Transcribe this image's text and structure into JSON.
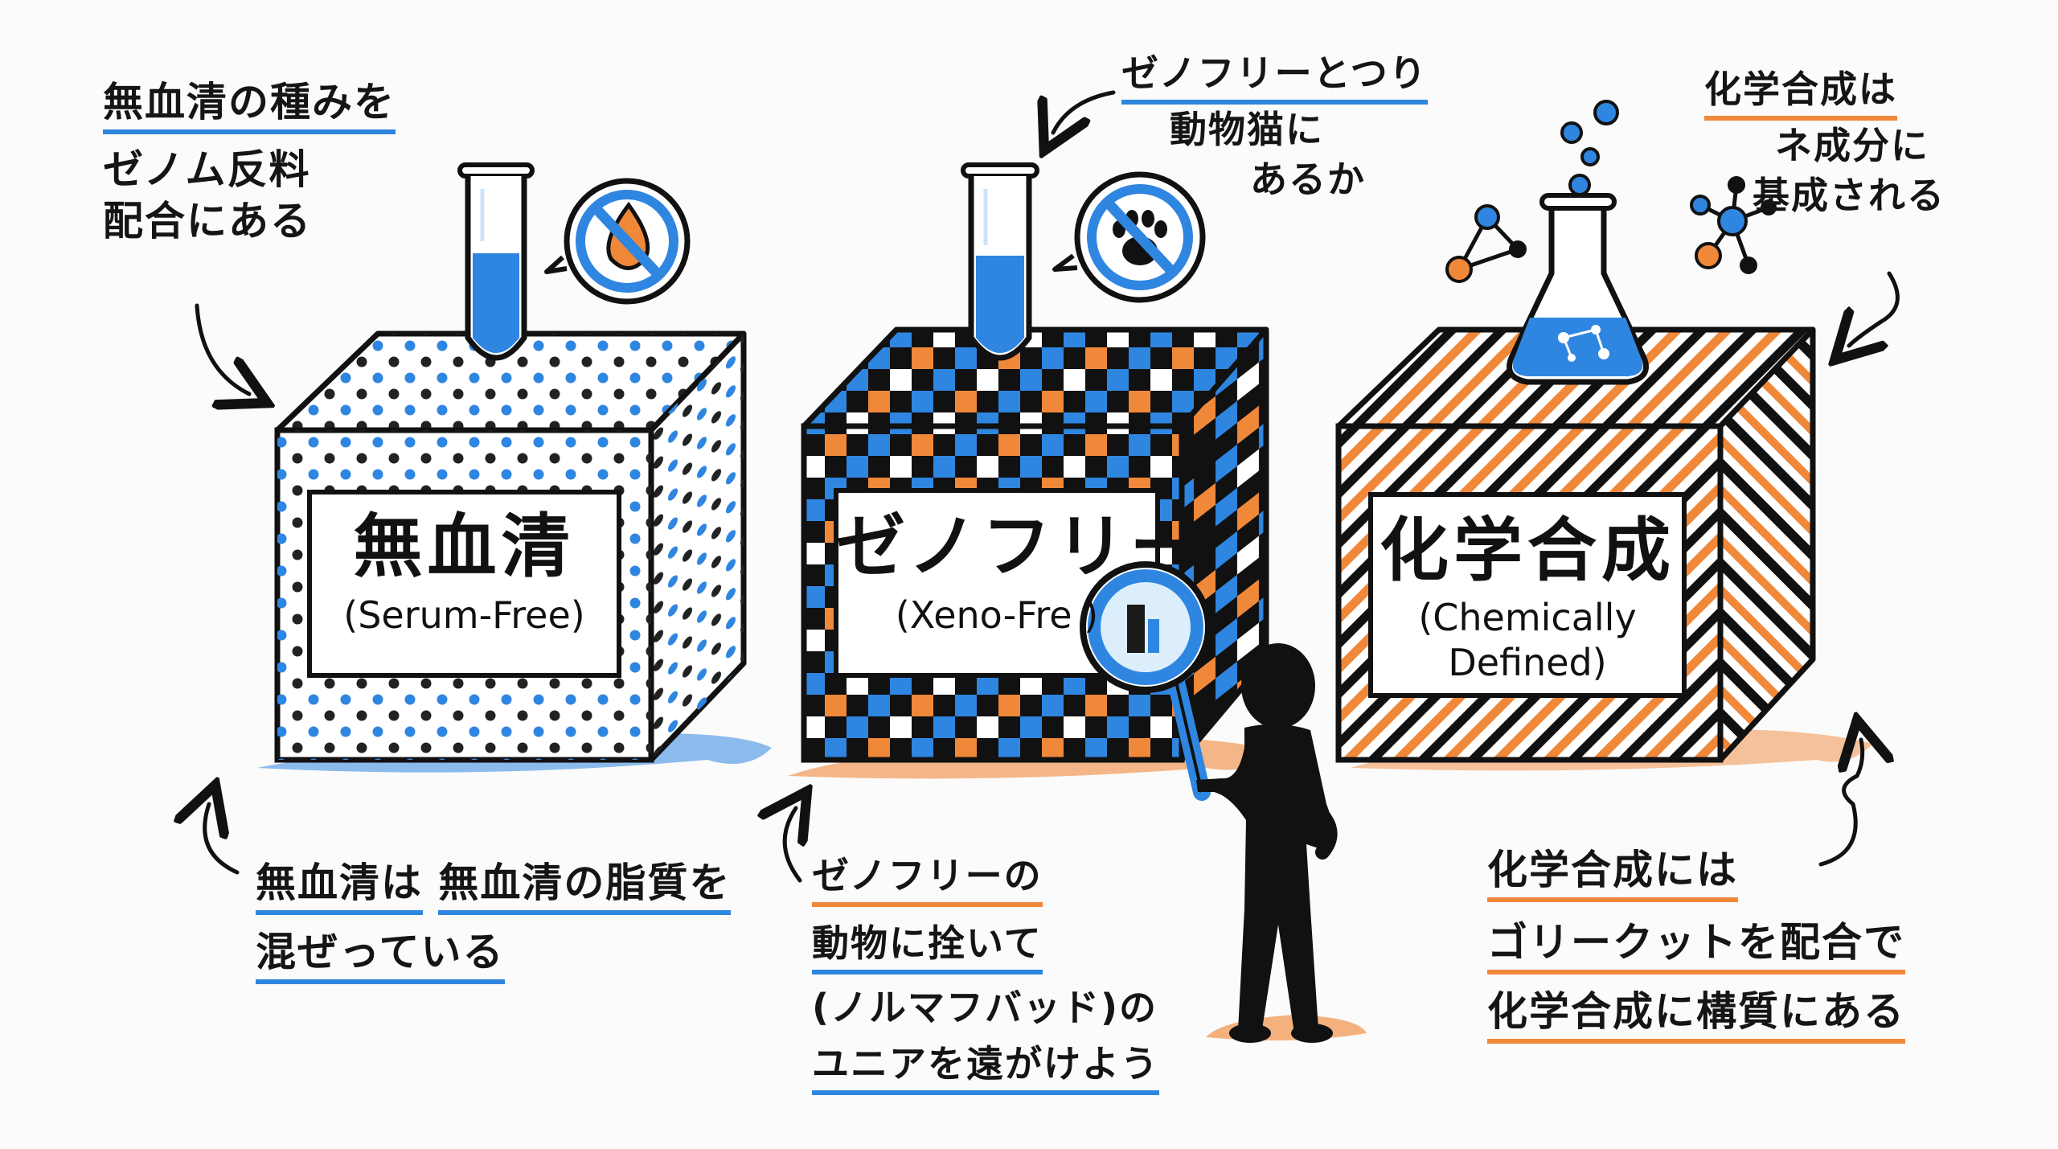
{
  "colors": {
    "blue": "#2f86e0",
    "orange": "#f0883a",
    "black": "#111111",
    "bg": "#fbfbfb"
  },
  "boxes": [
    {
      "id": "serum-free",
      "title_jp": "無血清",
      "title_en": "(Serum-Free)",
      "pattern": "polka-dots",
      "top_icon": "test-tube-icon",
      "badge_icon": "no-blood-drop-icon"
    },
    {
      "id": "xeno-free",
      "title_jp": "ゼノフリー",
      "title_en": "(Xeno-Fre )",
      "pattern": "checkerboard",
      "top_icon": "test-tube-icon",
      "badge_icon": "no-paw-icon"
    },
    {
      "id": "chemically-defined",
      "title_jp": "化学合成",
      "title_en_line1": "(Chemically",
      "title_en_line2": "Defined)",
      "pattern": "diagonal-stripes",
      "top_icon": "flask-icon",
      "badge_icon": "molecule-icon"
    }
  ],
  "notes": {
    "top_left": [
      "無血清の種みを",
      "ゼノム反料",
      "配合にある"
    ],
    "top_center": [
      "ゼノフリーとつり",
      "動物猫に",
      "あるか"
    ],
    "top_right": [
      "化学合成は",
      "ネ成分に",
      "基成される"
    ],
    "bottom_left": [
      "無血清は",
      "無血清の脂質を",
      "混ぜっている"
    ],
    "bottom_center": [
      "ゼノフリーの",
      "動物に拴いて",
      "(ノルマフバッド)の",
      "ユニアを遠がけよう"
    ],
    "bottom_right": [
      "化学合成には",
      "ゴリークットを配合で",
      "化学合成に構質にある"
    ]
  },
  "figure": {
    "icon": "person-with-magnifier-icon"
  }
}
